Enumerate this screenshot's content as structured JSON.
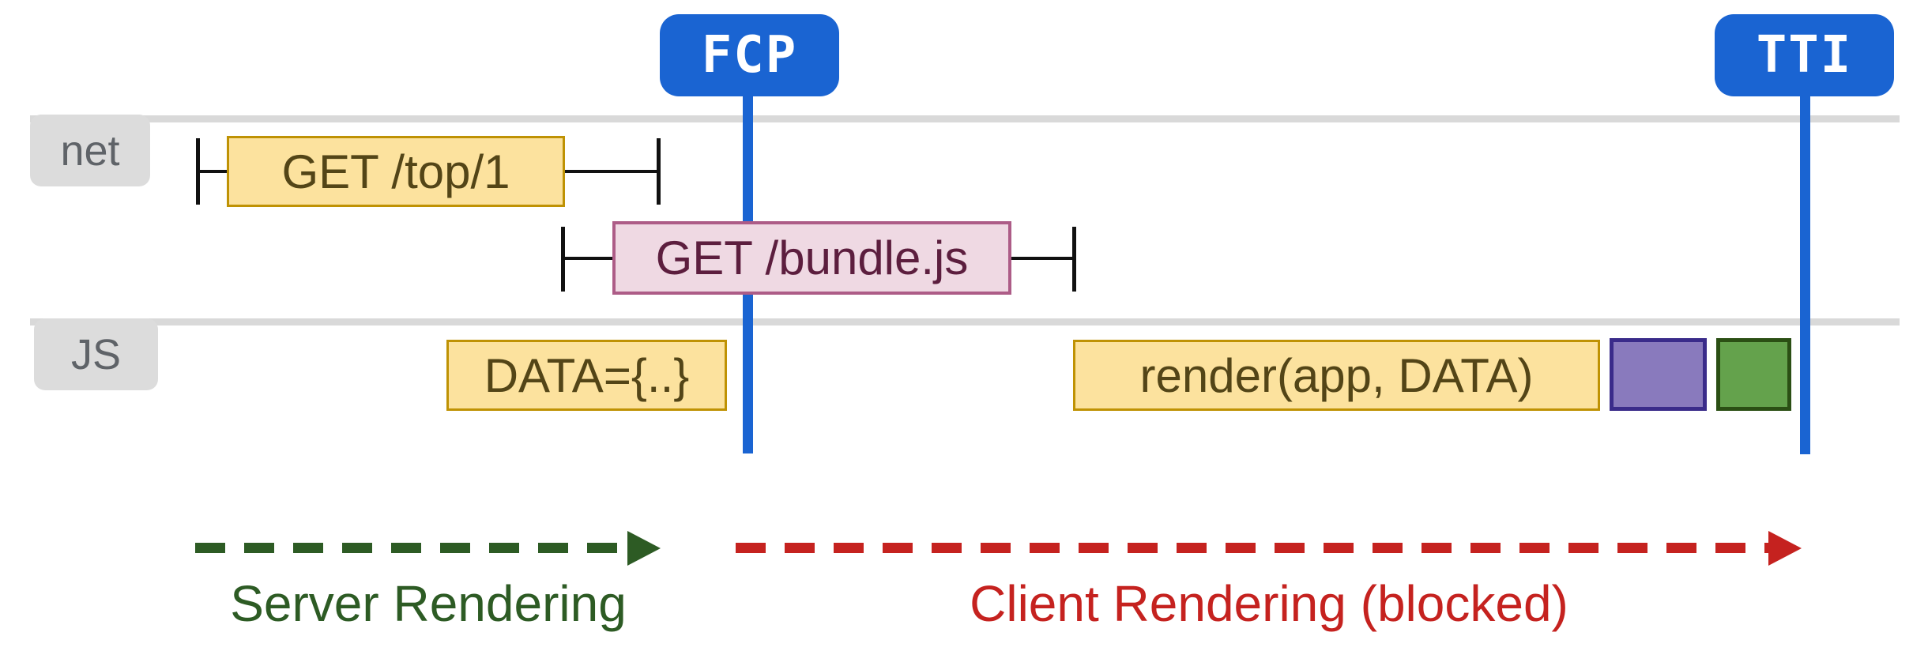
{
  "labels": {
    "fcp": "FCP",
    "tti": "TTI",
    "net": "net",
    "js": "JS",
    "request1": "GET /top/1",
    "request2": "GET /bundle.js",
    "task_data": "DATA={..}",
    "task_render": "render(app, DATA)",
    "phase_server": "Server Rendering",
    "phase_client": "Client Rendering (blocked)"
  },
  "colors": {
    "marker_blue": "#1a64d2",
    "lane_gray": "#d9d9d9",
    "label_bg": "#dcdcdc",
    "label_text": "#5f6368",
    "yellow_fill": "#fce29e",
    "yellow_border": "#bf9204",
    "yellow_text": "#534517",
    "pink_fill": "#efd9e3",
    "pink_border": "#ad5c87",
    "pink_text": "#5c1e3e",
    "purple_fill": "#897abd",
    "purple_border": "#3a2b8a",
    "green_fill": "#64a24c",
    "green_border": "#2b4f14",
    "tick_black": "#111111",
    "server_green": "#2d5b24",
    "client_red": "#c5221f"
  }
}
